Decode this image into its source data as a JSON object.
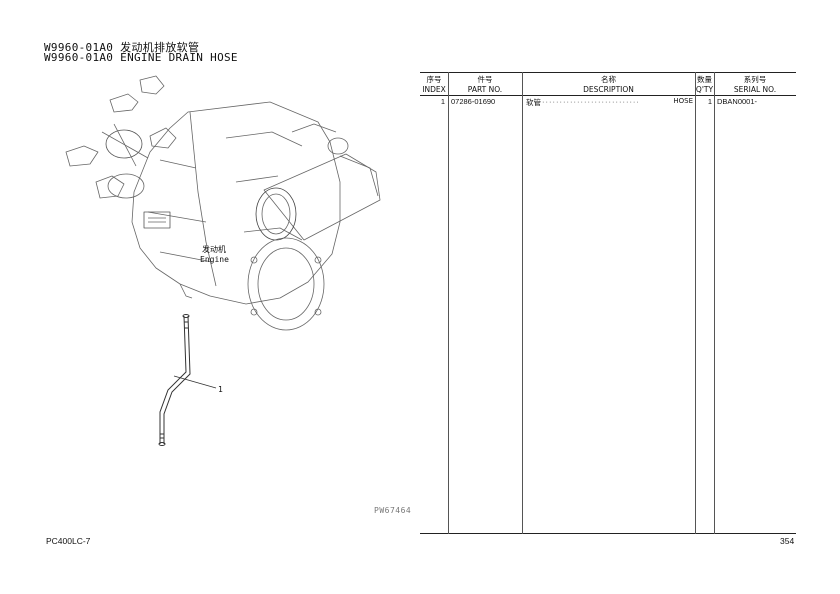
{
  "title": {
    "line1": "W9960-01A0 发动机排放软管",
    "line2": "W9960-01A0 ENGINE DRAIN HOSE"
  },
  "drawing": {
    "engine_label_cn": "发动机",
    "engine_label_en": "Engine",
    "callout_1": "1",
    "illustration_code": "PW67464"
  },
  "table": {
    "headers": {
      "index_cn": "序号",
      "index_en": "INDEX",
      "part_cn": "件号",
      "part_en": "PART NO.",
      "desc_cn": "名称",
      "desc_en": "DESCRIPTION",
      "qty_cn": "数量",
      "qty_en": "Q'TY",
      "serial_cn": "系列号",
      "serial_en": "SERIAL NO."
    },
    "rows": [
      {
        "index": "1",
        "part_no": "07286-01690",
        "desc_cn": "软管",
        "desc_en": "HOSE",
        "qty": "1",
        "serial": "DBAN0001-"
      }
    ]
  },
  "footer": {
    "model": "PC400LC-7",
    "page": "354"
  }
}
